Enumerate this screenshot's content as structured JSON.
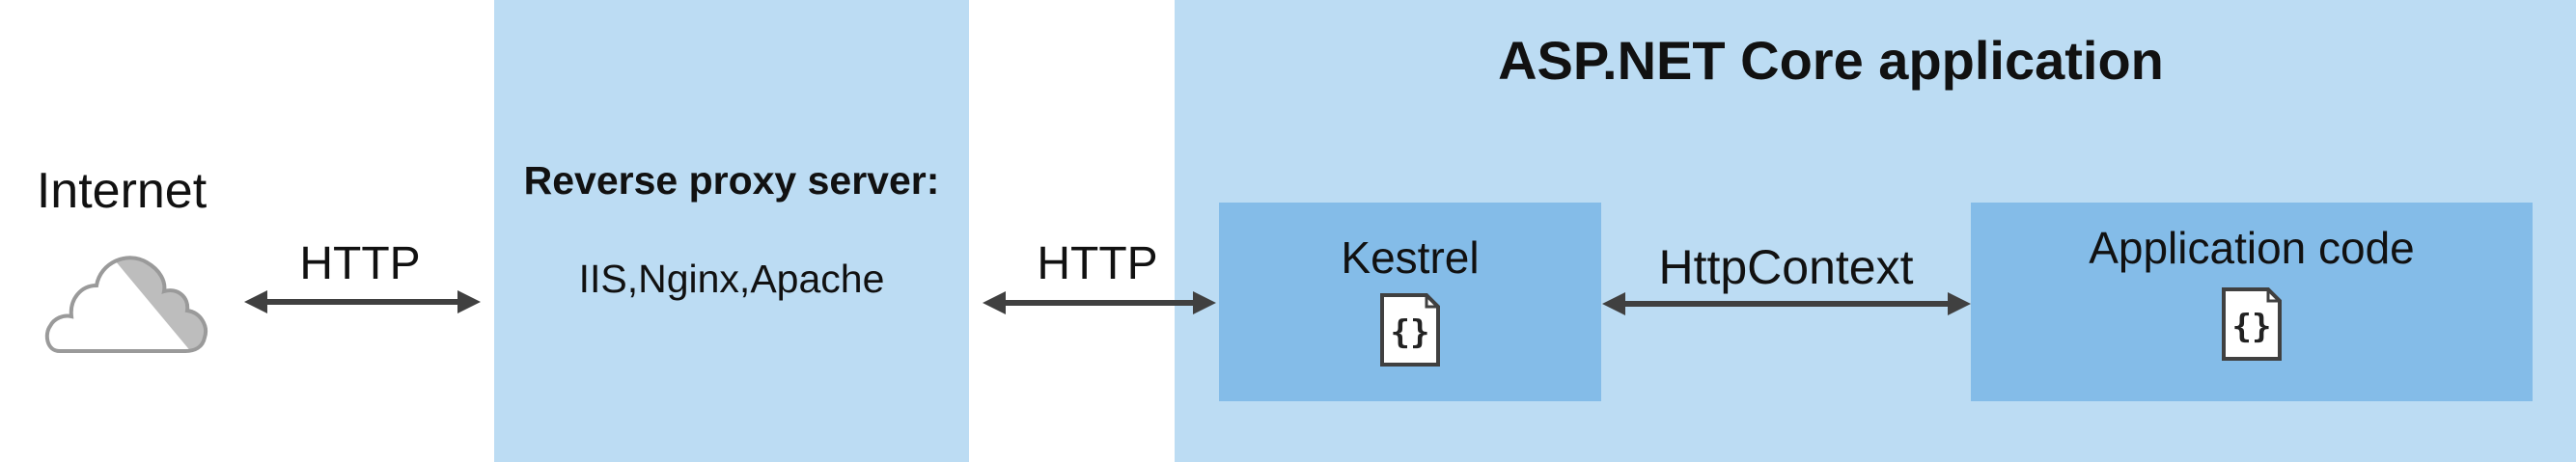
{
  "diagram": {
    "internet": {
      "label": "Internet",
      "icon": "cloud-icon"
    },
    "link_internet_proxy": {
      "label": "HTTP"
    },
    "reverse_proxy": {
      "title": "Reverse proxy server:",
      "servers": "IIS,Nginx,Apache"
    },
    "link_proxy_app": {
      "label": "HTTP"
    },
    "aspnet_app": {
      "title": "ASP.NET Core application",
      "kestrel": {
        "label": "Kestrel",
        "icon": "code-file-icon"
      },
      "link_kestrel_code": {
        "label": "HttpContext"
      },
      "app_code": {
        "label": "Application code",
        "icon": "code-file-icon"
      }
    }
  },
  "colors": {
    "panel_light": "#bcdcf3",
    "panel_mid": "#84bce8",
    "arrow": "#404040",
    "cloud_outline": "#9a9a9a",
    "cloud_shade": "#bdbdbd"
  }
}
